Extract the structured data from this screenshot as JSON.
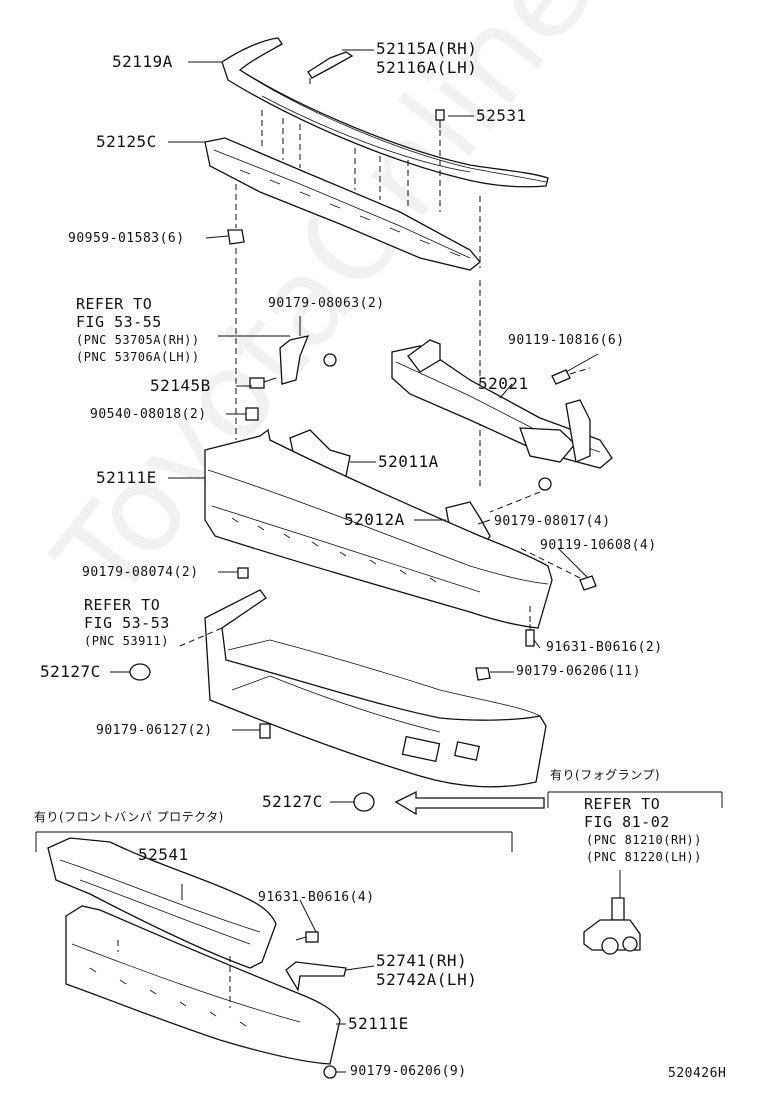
{
  "watermark": "ToyotaOnline.ru",
  "labels": {
    "p52119A": "52119A",
    "p52115A": "52115A(RH)",
    "p52116A": "52116A(LH)",
    "p52531": "52531",
    "p52125C": "52125C",
    "p90959": "90959-01583(6)",
    "refer1_a": "REFER TO",
    "refer1_b": "FIG 53-55",
    "refer1_c": "(PNC 53705A(RH))",
    "refer1_d": "(PNC 53706A(LH))",
    "p90179_08063": "90179-08063(2)",
    "p90119_10816": "90119-10816(6)",
    "p52145B": "52145B",
    "p52021": "52021",
    "p90540": "90540-08018(2)",
    "p52111E_top": "52111E",
    "p52011A": "52011A",
    "p52012A": "52012A",
    "p90179_08017": "90179-08017(4)",
    "p90119_10608": "90119-10608(4)",
    "p90179_08074": "90179-08074(2)",
    "refer2_a": "REFER TO",
    "refer2_b": "FIG 53-53",
    "refer2_c": "(PNC 53911)",
    "p91631_2": "91631-B0616(2)",
    "p52127C_top": "52127C",
    "p90179_06206_11": "90179-06206(11)",
    "p90179_06127": "90179-06127(2)",
    "fog_note": "有り(フォグランプ)",
    "p52127C_bot": "52127C",
    "refer3_a": "REFER TO",
    "refer3_b": "FIG 81-02",
    "refer3_c": "(PNC 81210(RH))",
    "refer3_d": "(PNC 81220(LH))",
    "protector_note": "有り(フロントバンパ プロテクタ)",
    "p52541": "52541",
    "p91631_4": "91631-B0616(4)",
    "p52741": "52741(RH)",
    "p52742A": "52742A(LH)",
    "p52111E_bot": "52111E",
    "p90179_06206_9": "90179-06206(9)",
    "diagram_id": "520426H"
  }
}
